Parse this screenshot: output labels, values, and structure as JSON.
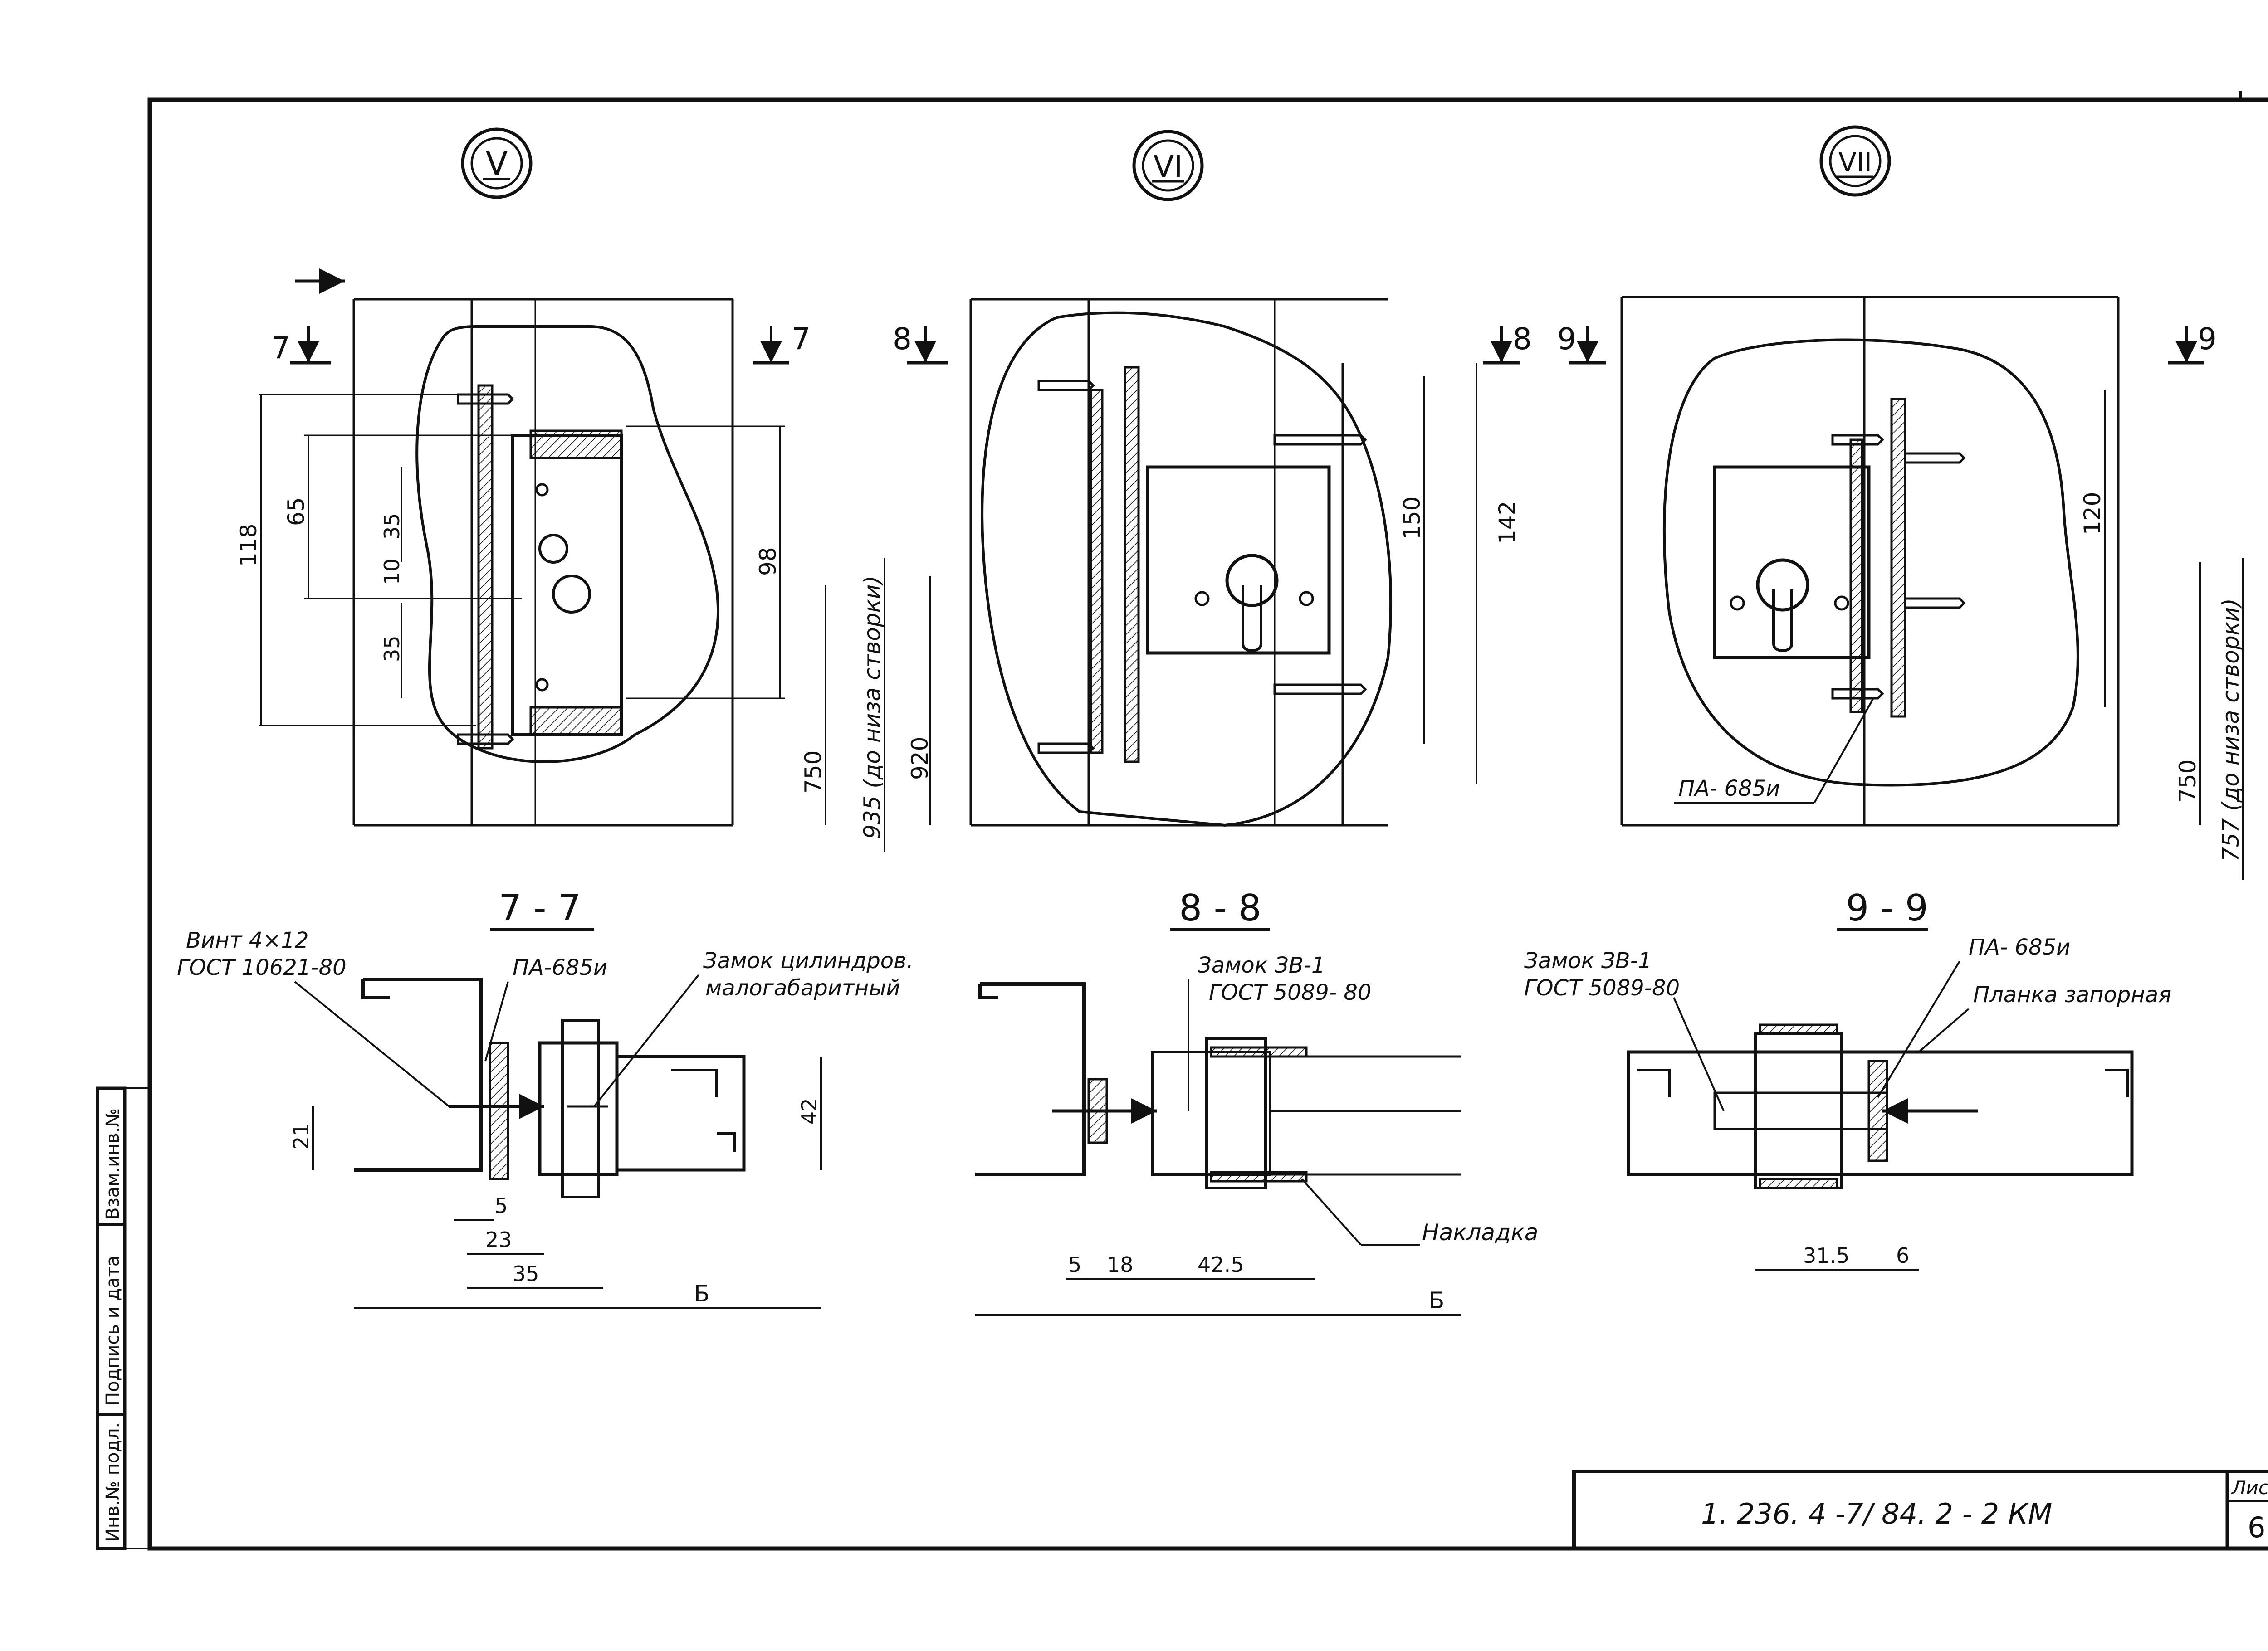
{
  "views": [
    {
      "roman": "V"
    },
    {
      "roman": "VI"
    },
    {
      "roman": "VII"
    }
  ],
  "section_marks": {
    "v_left": "7",
    "v_right": "7",
    "vi_left": "8",
    "vi_right": "8",
    "vii_left": "9",
    "vii_right": "9"
  },
  "dims_v": {
    "d118": "118",
    "d65": "65",
    "d35a": "35",
    "d10": "10",
    "d35b": "35",
    "d98": "98",
    "d750": "750",
    "d935": "935 (до низа створки)"
  },
  "dims_vi": {
    "d920": "920",
    "d150": "150",
    "d142": "142"
  },
  "dims_vii": {
    "d120": "120",
    "d750": "750",
    "d757": "757 (до низа створки)",
    "label": "ПА- 685и"
  },
  "sections": {
    "s77": {
      "title": "7 - 7",
      "screw_1": "Винт 4×12",
      "screw_2": "ГОСТ 10621-80",
      "pa": "ПА-685и",
      "lock_1": "Замок цилиндров.",
      "lock_2": "малогабаритный",
      "d21": "21",
      "d42": "42",
      "d5": "5",
      "d23": "23",
      "d35": "35",
      "b": "Б"
    },
    "s88": {
      "title": "8 - 8",
      "lock_1": "Замок ЗВ-1",
      "lock_2": "ГОСТ 5089- 80",
      "overlay": "Накладка",
      "d5": "5",
      "d18": "18",
      "d42_5": "42.5",
      "b": "Б"
    },
    "s99": {
      "title": "9 - 9",
      "lock_1": "Замок ЗВ-1",
      "lock_2": "ГОСТ 5089-80",
      "pa": "ПА- 685и",
      "plate": "Планка запорная",
      "d31_5": "31.5",
      "d6": "6"
    }
  },
  "side_stamp": {
    "inv_orig": "Инв.№ подл.",
    "sign_date": "Подпись и дата",
    "inv_replace": "Взам.инв.№"
  },
  "title_block": {
    "code": "1. 236. 4 -7/ 84. 2 - 2 КМ",
    "sheet_label": "Лис",
    "sheet_no": "6"
  }
}
